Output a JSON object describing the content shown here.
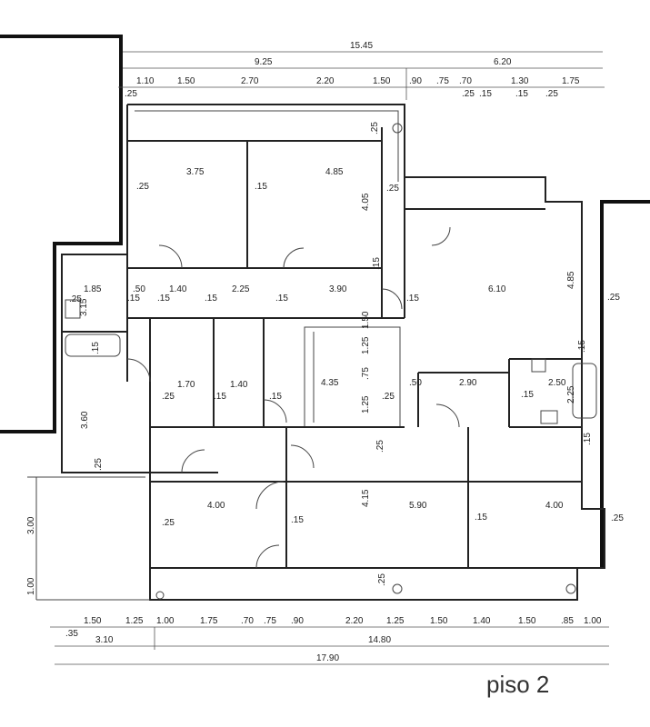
{
  "title": "piso 2",
  "top_dims": {
    "total": "15.45",
    "left": "9.25",
    "right": "6.20",
    "segments": [
      "1.10",
      "1.50",
      "2.70",
      "2.20",
      "1.50",
      ".90",
      ".75",
      ".70",
      "1.30",
      "1.75"
    ],
    "small": [
      ".25",
      ".25",
      ".15",
      ".15",
      ".25"
    ]
  },
  "bottom_dims": {
    "segments": [
      "1.50",
      "1.25",
      "1.00",
      "1.75",
      ".70",
      ".75",
      ".90",
      "2.20",
      "1.25",
      "1.50",
      "1.40",
      "1.50",
      ".85",
      "1.00"
    ],
    "small": ".35",
    "left": "3.10",
    "right": "14.80",
    "total": "17.90"
  },
  "left_dims": [
    "3.00",
    "1.00"
  ],
  "interior": [
    "3.75",
    "4.85",
    ".25",
    ".15",
    "4.05",
    ".25",
    ".25",
    "1.85",
    "3.15",
    "1.40",
    "2.25",
    "3.90",
    "6.10",
    ".15",
    ".15",
    ".15",
    ".15",
    ".15",
    ".15",
    "1.50",
    "4.85",
    ".25",
    ".50",
    ".25",
    "1.70",
    "1.40",
    ".25",
    ".15",
    ".15",
    "4.35",
    ".25",
    ".50",
    "2.90",
    ".15",
    "2.50",
    "2.25",
    ".15",
    ".15",
    "1.25",
    ".75",
    "1.25",
    ".15",
    "3.60",
    ".25",
    "4.00",
    "5.90",
    "4.00",
    ".25",
    ".15",
    ".15",
    ".25",
    "4.15",
    ".25",
    ".25"
  ]
}
